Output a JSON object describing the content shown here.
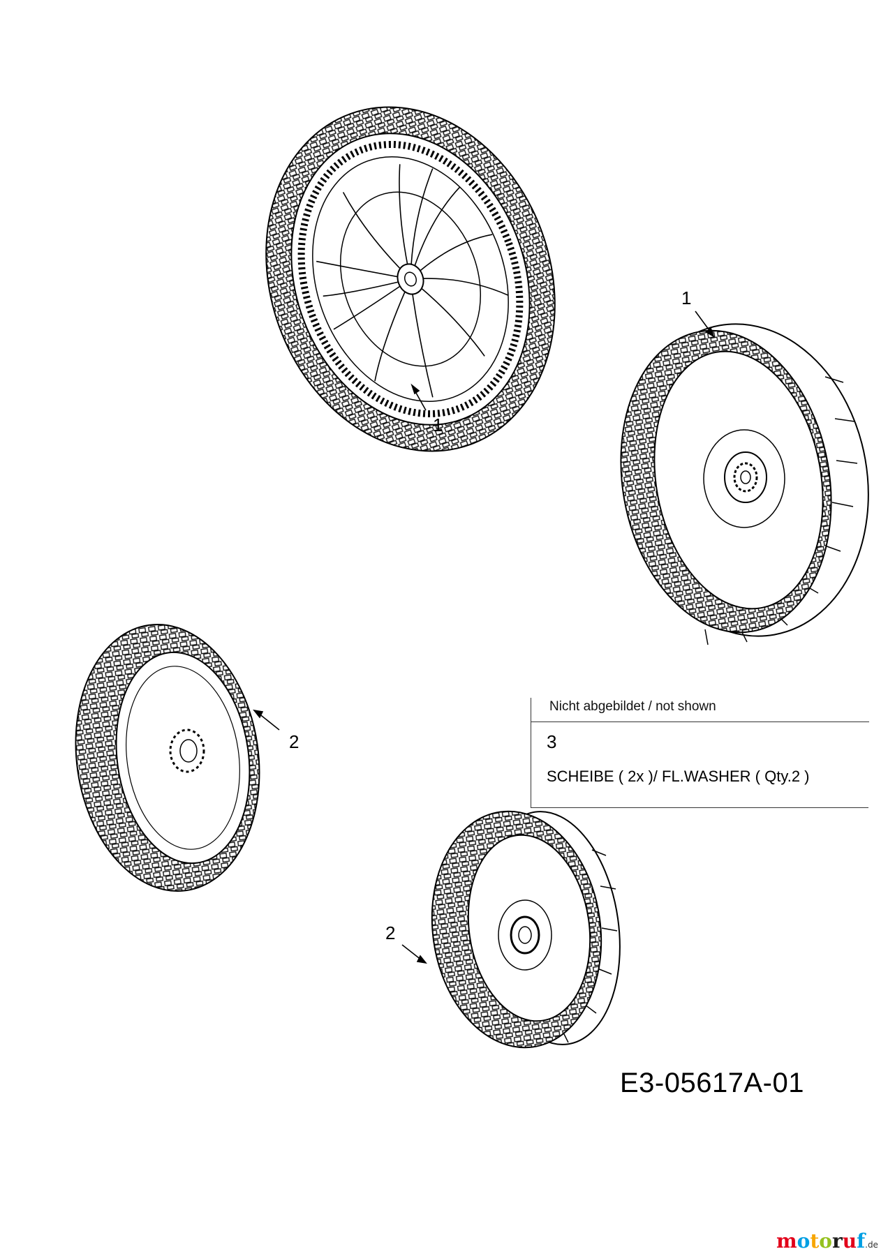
{
  "callouts": [
    {
      "number": "1"
    },
    {
      "number": "1"
    },
    {
      "number": "2"
    },
    {
      "number": "2"
    }
  ],
  "not_shown_table": {
    "header": "Nicht abgebildet / not shown",
    "item_number": "3",
    "item_description": "SCHEIBE ( 2x )/ FL.WASHER ( Qty.2 )"
  },
  "drawing_id": "E3-05617A-01",
  "watermark": {
    "text": "motoruf",
    "suffix": ".de",
    "colors": [
      "#e2001a",
      "#009fe3",
      "#f7a600",
      "#95c11f",
      "#1d1d1b"
    ]
  },
  "parts": [
    {
      "part": "1",
      "view": "front-gear-side"
    },
    {
      "part": "1",
      "view": "front-outer-side"
    },
    {
      "part": "2",
      "view": "rear-hub-side"
    },
    {
      "part": "2",
      "view": "rear-outer-side"
    }
  ]
}
